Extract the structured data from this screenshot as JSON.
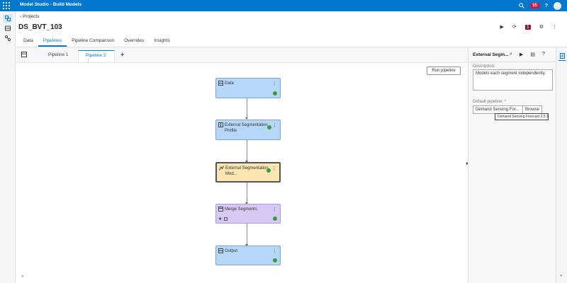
{
  "app": {
    "title": "Model Studio - Build Models",
    "notification_count": "15",
    "help_label": "?"
  },
  "breadcrumb": {
    "label": "Projects"
  },
  "project": {
    "name": "DS_BVT_103",
    "action_badge": "1"
  },
  "tabs": [
    {
      "label": "Data"
    },
    {
      "label": "Pipelines"
    },
    {
      "label": "Pipeline Comparison"
    },
    {
      "label": "Overrides"
    },
    {
      "label": "Insights"
    }
  ],
  "pipeline_tabs": [
    {
      "label": "Pipeline 1"
    },
    {
      "label": "Pipeline 2"
    }
  ],
  "add_pipeline_label": "+",
  "run_pipeline_label": "Run pipeline",
  "nodes": [
    {
      "label": "Data",
      "color": "#b6d7f8"
    },
    {
      "label": "External Segmentation Profile",
      "color": "#b6d7f8"
    },
    {
      "label": "External Segmentation Mod...",
      "color": "#fbe5b2"
    },
    {
      "label": "Merge Segments",
      "color": "#d8c8f4"
    },
    {
      "label": "Output",
      "color": "#b6d7f8"
    }
  ],
  "right_panel": {
    "title": "External Segm...",
    "description_label": "Description:",
    "description_value": "Models each segment independently.",
    "default_pipeline_label": "Default pipeline: *",
    "default_pipeline_value": "Demand Sensing For...",
    "browse_label": "Browse",
    "tooltip": "Demand Sensing Forecast 2.5.1"
  },
  "collapse_label": "»",
  "accent_color": "#0378cd"
}
